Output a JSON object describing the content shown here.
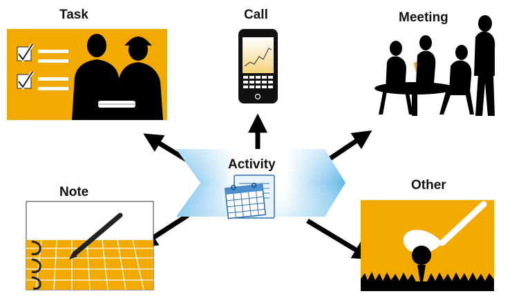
{
  "center": {
    "label": "Activity"
  },
  "nodes": [
    {
      "id": "task",
      "label": "Task",
      "color": "#F2A900"
    },
    {
      "id": "call",
      "label": "Call",
      "color": "#F2A900"
    },
    {
      "id": "meeting",
      "label": "Meeting",
      "color": "#111111"
    },
    {
      "id": "note",
      "label": "Note",
      "color": "#F2A900"
    },
    {
      "id": "other",
      "label": "Other",
      "color": "#F2A900"
    }
  ],
  "colors": {
    "accent": "#F2A900",
    "arrow": "#000000",
    "hub_gradient_start": "#FFFFFF",
    "hub_gradient_end": "#7FC8EE"
  },
  "edges": [
    {
      "from": "center",
      "to": "task"
    },
    {
      "from": "center",
      "to": "call"
    },
    {
      "from": "center",
      "to": "meeting"
    },
    {
      "from": "center",
      "to": "note"
    },
    {
      "from": "center",
      "to": "other"
    }
  ]
}
